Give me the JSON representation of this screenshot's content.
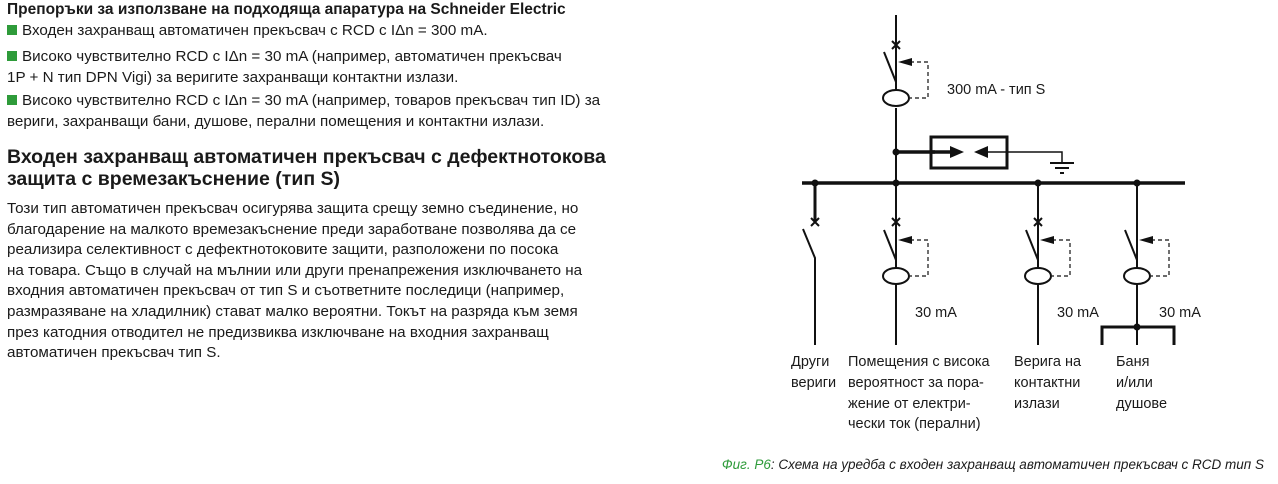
{
  "recommendations": {
    "title": "Препоръки за използване на подходяща апаратура на Schneider Electric",
    "items": [
      [
        "Входен захранващ автоматичен прекъсвач с RCD с IΔn = 300 mA."
      ],
      [
        "Високо чувствително RCD с IΔn = 30 mA (например, автоматичен прекъсвач",
        "1P + N тип DPN Vigi) за веригите захранващи контактни излази."
      ],
      [
        "Високо чувствително RCD с IΔn = 30 mA (например, товаров прекъсвач тип ID) за",
        "вериги, захранващи бани, душове, перални помещения и контактни излази."
      ]
    ]
  },
  "section": {
    "heading": [
      "Входен захранващ автоматичен прекъсвач с дефектнотокова",
      "защита с времезакъснение (тип S)"
    ],
    "paragraph": [
      "Този тип автоматичен прекъсвач осигурява защита срещу земно съединение, но",
      "благодарение на малкото времезакъснение преди заработване позволява да се",
      "реализира селективност с дефектнотоковите защити, разположени по посока",
      "на товара. Също в случай на мълнии или други пренапрежения изключването на",
      "входния автоматичен прекъсвач от тип S и съответните последици (например,",
      "размразяване на хладилник) стават малко вероятни. Токът на разряда към земя",
      "през катодния отводител не предизвиква изключване на входния захранващ",
      "автоматичен прекъсвач тип S."
    ]
  },
  "diagram": {
    "main_label": "300 mA - тип S",
    "branch_labels": [
      "30 mA",
      "30 mA",
      "30 mA"
    ],
    "circuits": [
      [
        "Други",
        "вериги"
      ],
      [
        "Помещения с висока",
        "вероятност за пора-",
        "жение от електри-",
        "чески ток (перални)"
      ],
      [
        "Верига на",
        "контактни",
        "излази"
      ],
      [
        "Баня",
        "и/или",
        "душове"
      ]
    ]
  },
  "caption": {
    "fig": "Фиг. P6",
    "text": ": Схема на уредба с входен захранващ автоматичен прекъсвач с RCD тип S"
  },
  "colors": {
    "accent": "#2e9b3a"
  }
}
